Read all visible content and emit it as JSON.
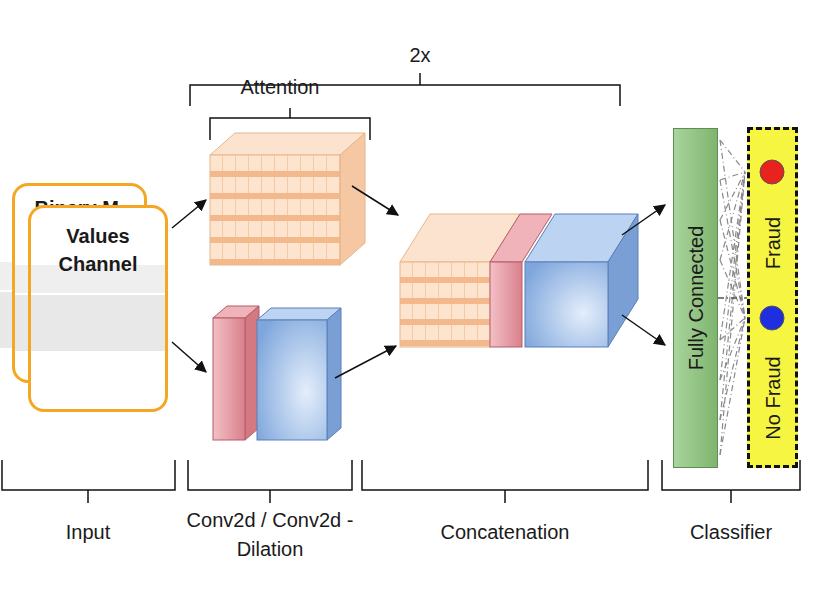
{
  "diagram": {
    "nodes": [
      {
        "text": [
          "Binary M."
        ]
      },
      {
        "text": [
          "Values Channel"
        ]
      },
      {
        "text": [
          "Fully Connected"
        ]
      },
      {
        "text": [
          "Fraud",
          "No Fraud"
        ]
      }
    ],
    "edges": [
      {
        "from": 2,
        "to": 3,
        "arrow": "none"
      }
    ],
    "labels": [
      "2x",
      "Attention",
      "Input",
      "Conv2d / Conv2d - Dilation",
      "Concatenation",
      "Classifier"
    ]
  }
}
